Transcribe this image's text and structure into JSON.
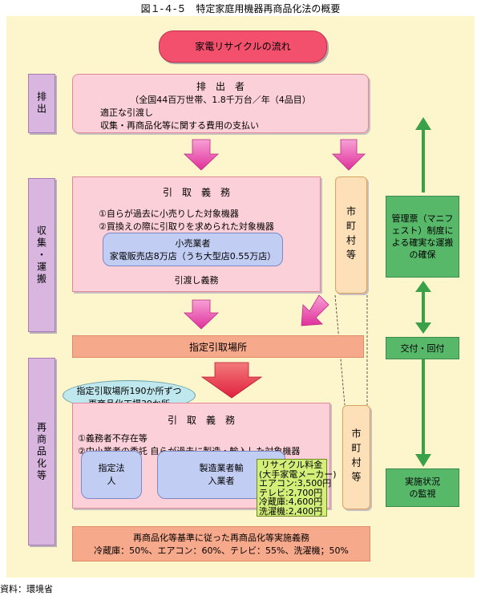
{
  "figure_title": "図１-４-５　特定家庭用機器再商品化法の概要",
  "source": "資料：環境省",
  "header": "家電リサイクルの流れ",
  "stages": {
    "discharge": "排出",
    "collection": "収集・運搬",
    "recycling": "再商品化等"
  },
  "discharger": {
    "title": "排　出　者",
    "scale": "（全国44百万世帯、1.8千万台／年（4品目）",
    "duty1": "適正な引渡し",
    "duty2": "収集・再商品化等に関する費用の支払い"
  },
  "retailer_duty": {
    "title": "引　取　義　務",
    "item1": "①自らが過去に小売りした対象機器",
    "item2": "②買換えの際に引取りを求められた対象機器",
    "retailer_name": "小売業者",
    "retailer_count": "家電販売店8万店（うち大型店0.55万店）",
    "delivery": "引渡し義務"
  },
  "municipality_top": "市町村等",
  "municipality_bottom": "市町村等",
  "collection_site": "指定引取場所",
  "site_counts": {
    "line1": "指定引取場所190か所ずつ",
    "line2": "再商品化工場39か所"
  },
  "maker_duty": {
    "title": "引　取　義　務",
    "item1": "①義務者不存在等",
    "item2": "②中小業者の委託 自らが過去に製造・輸入した対象機器",
    "designated": "指定法人",
    "maker": "製造業者輸入業者"
  },
  "recycling_fee": {
    "title": "リサイクル料金",
    "subtitle": "(大手家電メーカー)",
    "aircon": "エアコン:3,500円",
    "tv": "テレビ:2,700円",
    "fridge": "冷蔵庫:4,600円",
    "washer": "洗濯機:2,400円"
  },
  "standards": {
    "line1": "再商品化等基準に従った再商品化等実施義務",
    "line2": "冷蔵庫：50%、エアコン：60%、テレビ：55%、洗濯機；50%"
  },
  "manifest": "管理票（マニフェスト）制度による確実な運搬の確保",
  "issue_return": "交付・回付",
  "monitoring": "実施状況の監視"
}
